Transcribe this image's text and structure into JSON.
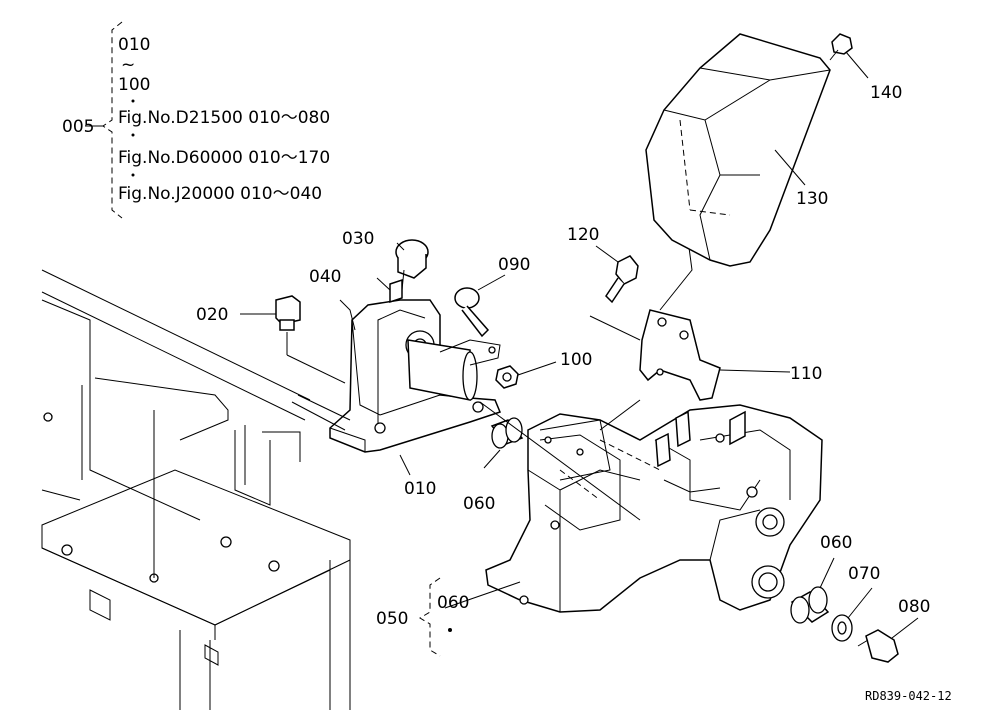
{
  "drawing_code": "RD839-042-12",
  "assembly_note": {
    "callout": "005",
    "range_start": "010",
    "range_tilde": "~",
    "range_end": "100",
    "refs": [
      "Fig.No.D21500  010～080",
      "Fig.No.D60000  010～170",
      "Fig.No.J20000  010～040"
    ]
  },
  "sub_note": {
    "callout": "050",
    "member": "060"
  },
  "callouts": {
    "c010": "010",
    "c020": "020",
    "c030": "030",
    "c040": "040",
    "c060a": "060",
    "c060b": "060",
    "c070": "070",
    "c080": "080",
    "c090": "090",
    "c100": "100",
    "c110": "110",
    "c120": "120",
    "c130": "130",
    "c140": "140"
  }
}
